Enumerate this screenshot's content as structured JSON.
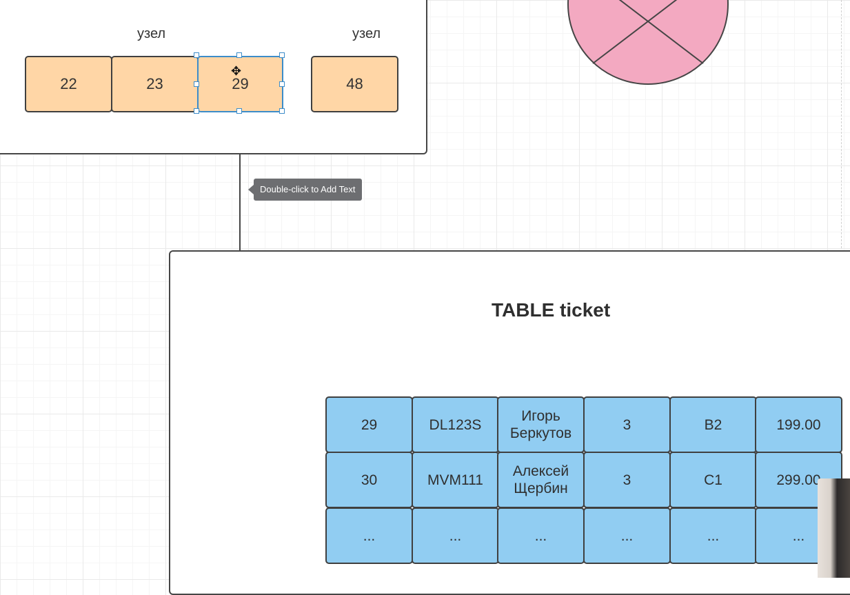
{
  "btree": {
    "node_labels": [
      "узел",
      "узел"
    ],
    "keys": [
      "22",
      "23",
      "29",
      "48"
    ],
    "selected_key": "29"
  },
  "tooltip": "Double-click to Add Text",
  "table": {
    "title": "TABLE ticket",
    "rows": [
      [
        "29",
        "DL123S",
        "Игорь\nБеркутов",
        "3",
        "B2",
        "199.00"
      ],
      [
        "30",
        "MVM111",
        "Алексей\nЩербин",
        "3",
        "C1",
        "299.00"
      ],
      [
        "...",
        "...",
        "...",
        "...",
        "...",
        "..."
      ]
    ]
  },
  "colors": {
    "key_fill": "#ffd6a6",
    "table_fill": "#91cdf2",
    "circle_fill": "#f3a9c1",
    "selection": "#3c8cc9"
  }
}
